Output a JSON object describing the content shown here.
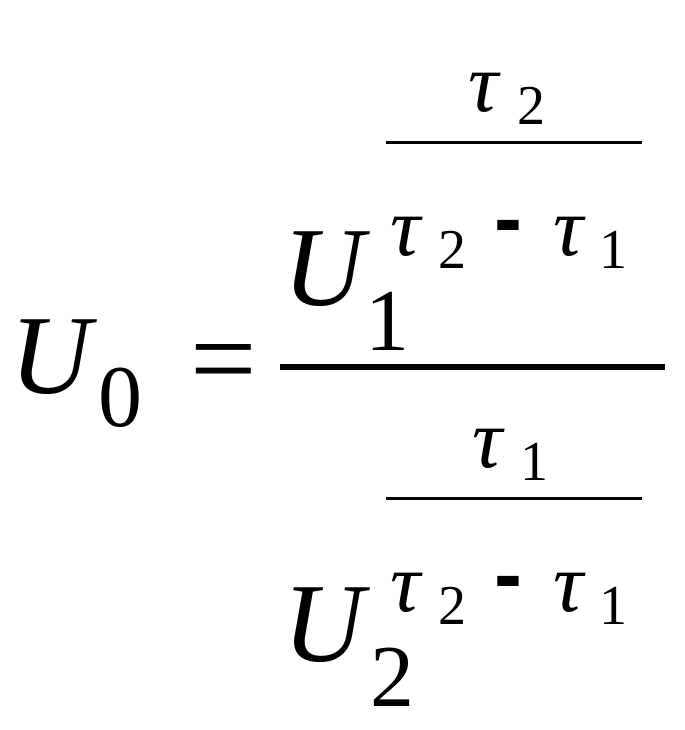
{
  "equation": {
    "lhs": {
      "base": "U",
      "subscript": "0"
    },
    "equals": "=",
    "numerator": {
      "base": "U",
      "subscript": "1",
      "exponent": {
        "numerator": {
          "symbol": "τ",
          "subscript": "2"
        },
        "denominator": {
          "a_symbol": "τ",
          "a_subscript": "2",
          "minus": "-",
          "b_symbol": "τ",
          "b_subscript": "1"
        }
      }
    },
    "denominator": {
      "base": "U",
      "subscript": "2",
      "exponent": {
        "numerator": {
          "symbol": "τ",
          "subscript": "1"
        },
        "denominator": {
          "a_symbol": "τ",
          "a_subscript": "2",
          "minus": "-",
          "b_symbol": "τ",
          "b_subscript": "1"
        }
      }
    }
  }
}
